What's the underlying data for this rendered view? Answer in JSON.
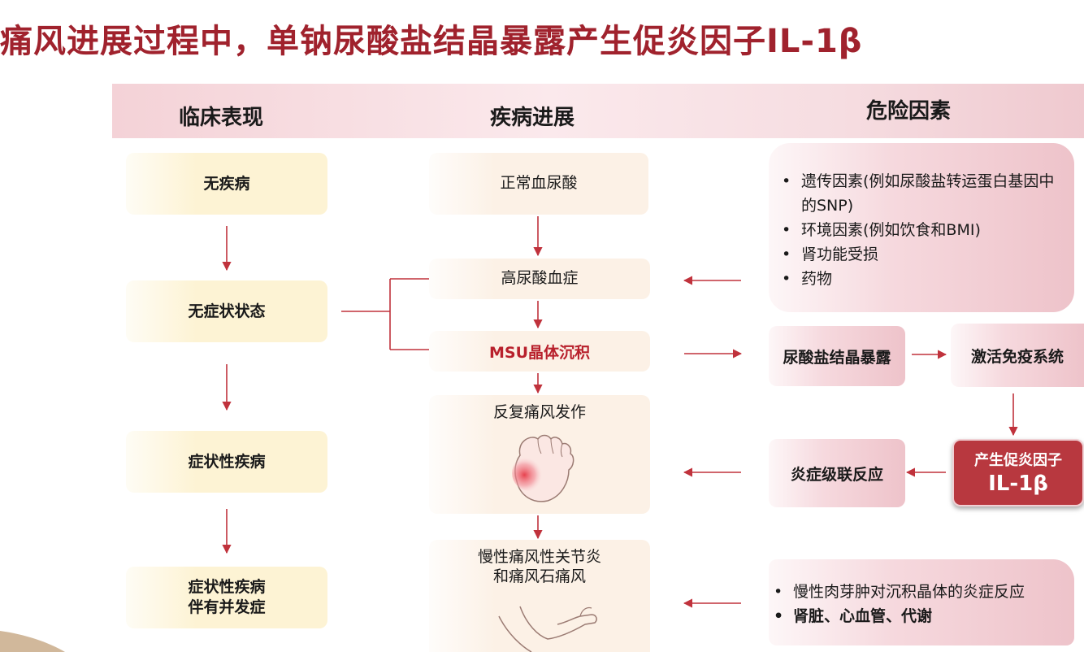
{
  "title": "痛风进展过程中，单钠尿酸盐结晶暴露产生促炎因子IL-1β",
  "columns": {
    "clinical": "临床表现",
    "progression": "疾病进展",
    "risk": "危险因素"
  },
  "clinical": [
    "无疾病",
    "无症状状态",
    "症状性疾病",
    "症状性疾病\n伴有并发症"
  ],
  "progression": {
    "normal": "正常血尿酸",
    "hyperuricemia": "高尿酸血症",
    "msu": "MSU晶体沉积",
    "recurrent": "反复痛风发作",
    "chronic": "慢性痛风性关节炎\n和痛风石痛风"
  },
  "risk_factors": [
    "遗传因素(例如尿酸盐转运蛋白基因中的SNP)",
    "环境因素(例如饮食和BMI)",
    "肾功能受损",
    "药物"
  ],
  "mechanism": {
    "exposure": "尿酸盐结晶暴露",
    "immune": "激活免疫系统",
    "cascade": "炎症级联反应",
    "cytokine_line1": "产生促炎因子",
    "cytokine_line2": "IL-1β"
  },
  "complications": [
    {
      "text": "慢性肉芽肿对沉积晶体的炎症反应",
      "bold": false
    },
    {
      "text": "肾脏、心血管、代谢",
      "bold": true
    }
  ],
  "colors": {
    "title": "#a0222d",
    "arrow": "#c0323c",
    "highlight": "#b8383f",
    "cream": "#fdf3d4",
    "pink": "#f6d9de"
  },
  "icons": [
    "foot-inflammation-icon",
    "arm-joint-icon"
  ]
}
